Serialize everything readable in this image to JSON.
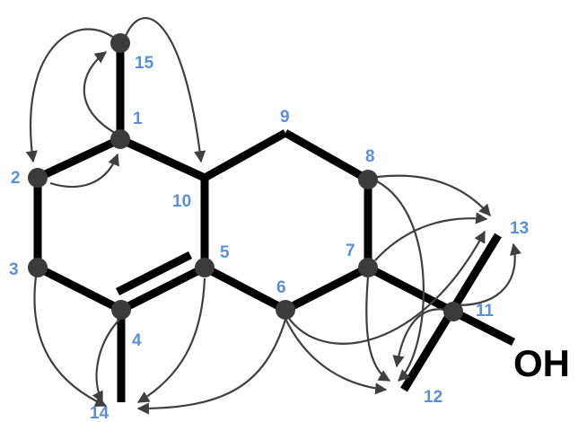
{
  "atoms": [
    {
      "id": "1",
      "label": "1"
    },
    {
      "id": "2",
      "label": "2"
    },
    {
      "id": "3",
      "label": "3"
    },
    {
      "id": "4",
      "label": "4"
    },
    {
      "id": "5",
      "label": "5"
    },
    {
      "id": "6",
      "label": "6"
    },
    {
      "id": "7",
      "label": "7"
    },
    {
      "id": "8",
      "label": "8"
    },
    {
      "id": "9",
      "label": "9"
    },
    {
      "id": "10",
      "label": "10"
    },
    {
      "id": "11",
      "label": "11"
    },
    {
      "id": "12",
      "label": "12"
    },
    {
      "id": "13",
      "label": "13"
    },
    {
      "id": "14",
      "label": "14"
    },
    {
      "id": "15",
      "label": "15"
    }
  ],
  "hydroxyl": {
    "label": "OH"
  },
  "colors": {
    "bond": "#000000",
    "atom": "#3b3b3b",
    "label": "#5b8fd6",
    "arrow": "#3f3f3f"
  }
}
